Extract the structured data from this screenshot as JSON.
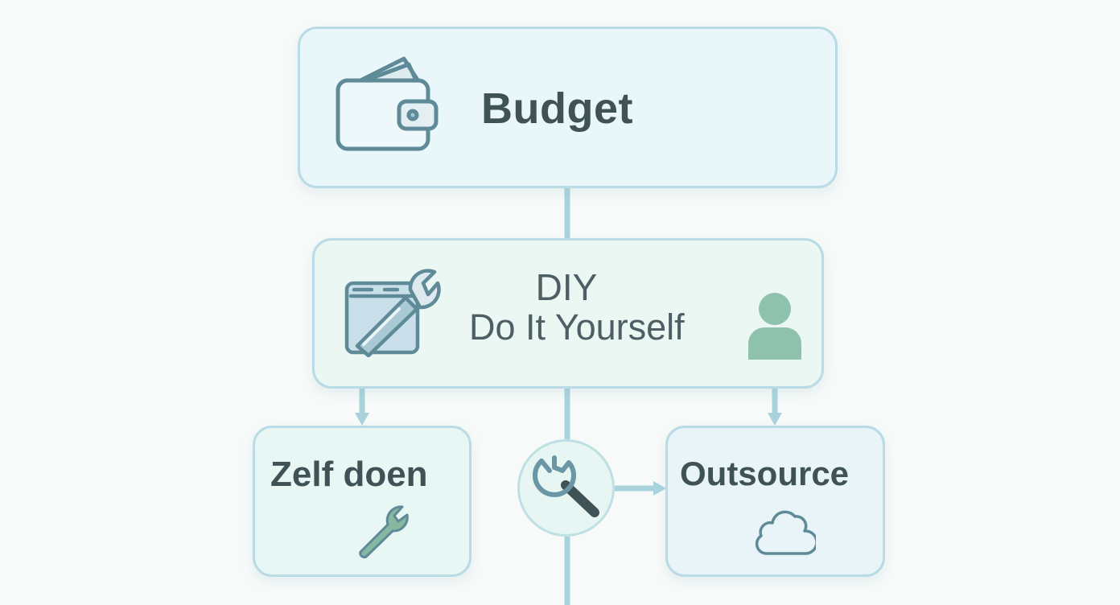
{
  "nodes": {
    "budget": {
      "label": "Budget",
      "icon": "wallet-icon"
    },
    "diy": {
      "title": "DIY",
      "subtitle": "Do It Yourself",
      "icon": "toolbox-wrench-icon",
      "side_icon": "person-icon"
    },
    "zelf_doen": {
      "label": "Zelf doen",
      "icon": "wrench-icon"
    },
    "outsource": {
      "label": "Outsource",
      "icon": "cloud-icon"
    },
    "hub": {
      "icon": "wrench-magnifier-icon"
    }
  },
  "colors": {
    "background": "#f7faf9",
    "border": "#b9dbe5",
    "connector": "#a9d3dc",
    "text": "#3f5256",
    "icon_stroke": "#5f8a98",
    "icon_fill": "#7fb59f"
  }
}
